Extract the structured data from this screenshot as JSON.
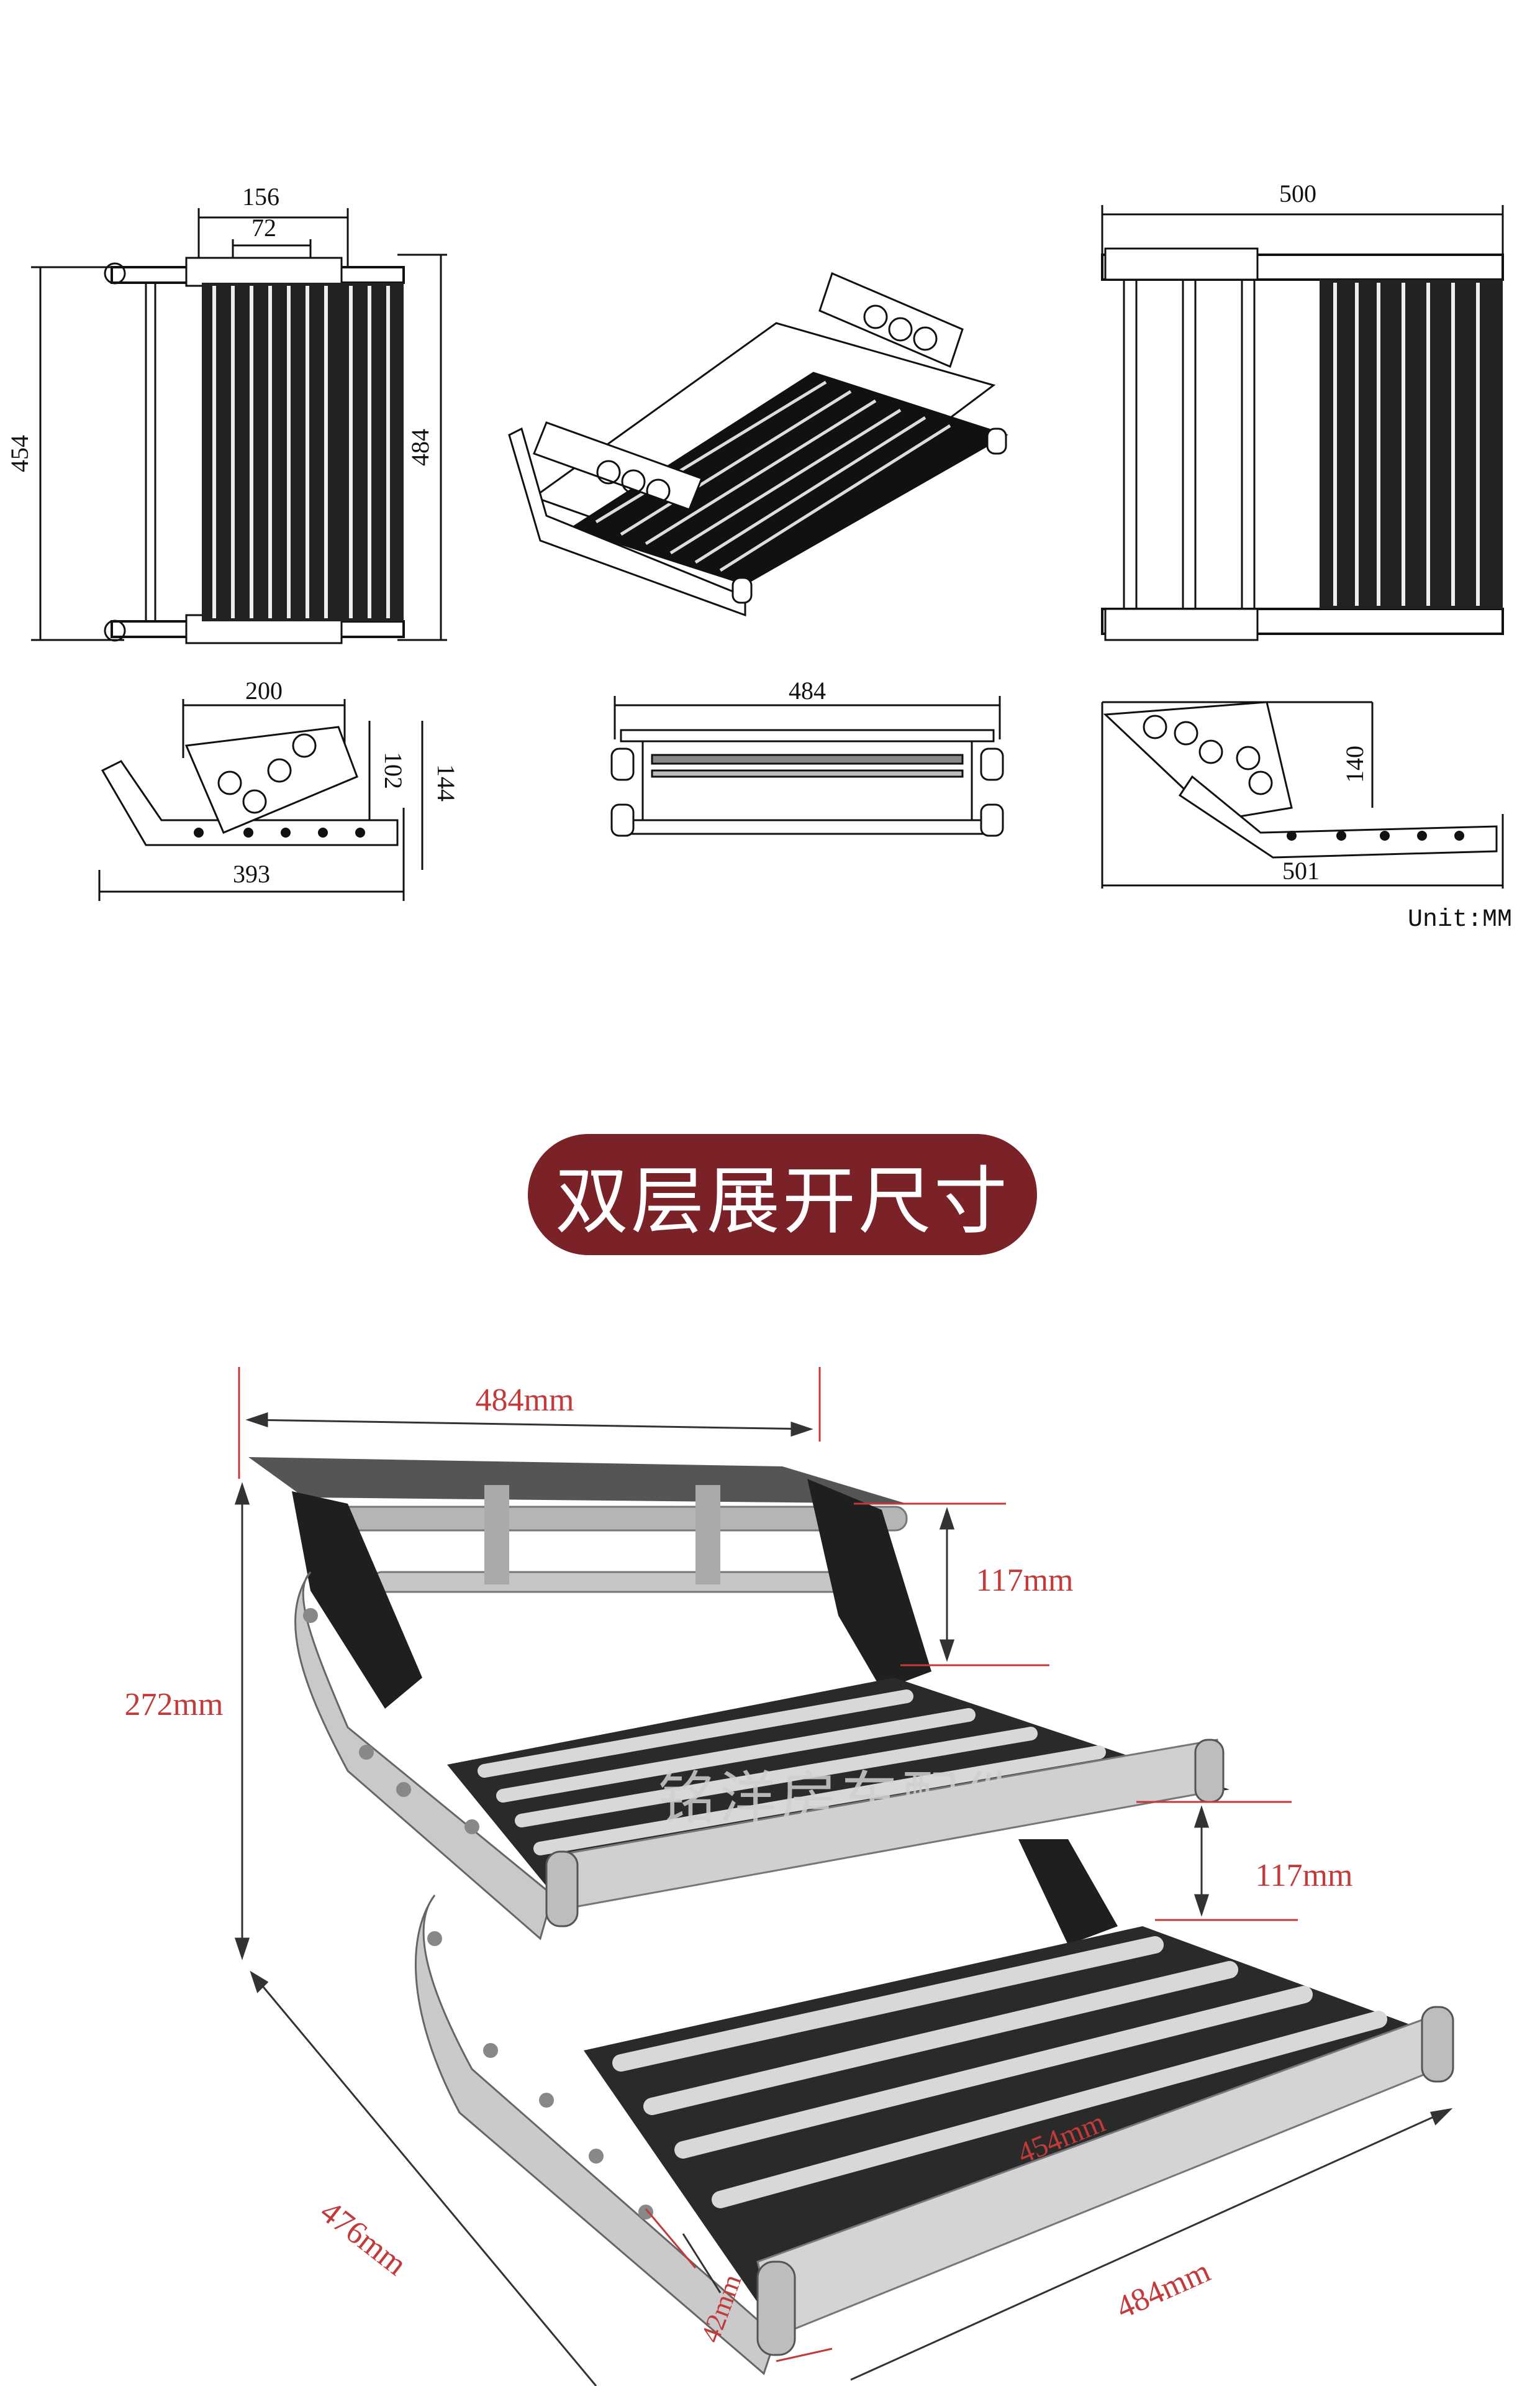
{
  "top_drawing": {
    "top_view_left": {
      "width_outer": "156",
      "width_inner": "72",
      "height_left": "454",
      "height_right": "484"
    },
    "perspective_view": {},
    "top_view_right": {
      "width": "500"
    },
    "side_view_left": {
      "top_width": "200",
      "height_inner": "102",
      "height_outer": "144",
      "length": "393"
    },
    "front_view": {
      "width": "484"
    },
    "side_view_right": {
      "height": "140",
      "length": "501"
    },
    "unit_label": "Unit:MM"
  },
  "section_title": "双层展开尺寸",
  "photo": {
    "top_width": "484mm",
    "step_rise_1": "117mm",
    "step_rise_2": "117mm",
    "total_height": "272mm",
    "depth": "476mm",
    "tread_depth": "454mm",
    "bottom_width": "484mm",
    "tube_height": "42mm"
  },
  "watermark": "铭洋房车配件",
  "colors": {
    "title_bg": "#7a2228",
    "dimension_red": "#c23a3a",
    "line": "#111111"
  }
}
